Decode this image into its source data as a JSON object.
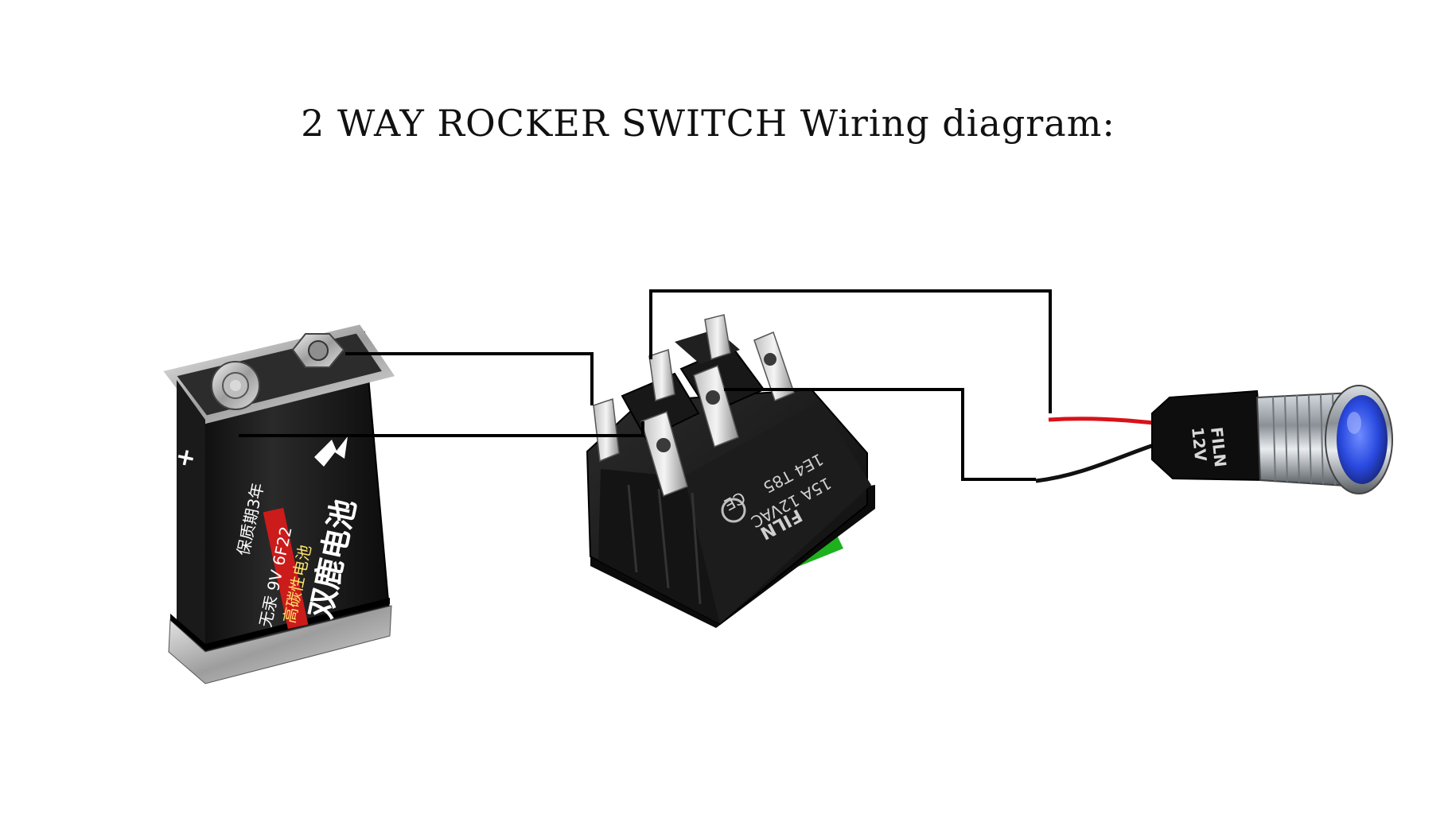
{
  "title": "2 WAY ROCKER SWITCH Wiring diagram:",
  "battery": {
    "brand": "双鹿电池",
    "line1": "高碳性电池",
    "line2": "无汞 9V 6F22",
    "line3": "保质期3年",
    "plus_mark": "+"
  },
  "switch": {
    "brand": "FILN",
    "rating": "15A 12VAC",
    "rating2": "1E4 T85"
  },
  "indicator": {
    "brand": "FILN",
    "voltage": "12V"
  },
  "colors": {
    "wire": "#000000",
    "red_lead": "#d8121a",
    "black_lead": "#111111",
    "rocker": "#1db21d",
    "led_lens": "#2a4ae0"
  }
}
